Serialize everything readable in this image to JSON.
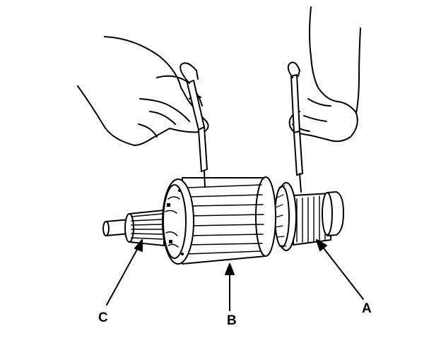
{
  "diagram": {
    "subject": "armature-continuity-test",
    "colors": {
      "line": "#000000",
      "background": "#ffffff"
    },
    "callouts": [
      {
        "id": "A",
        "text": "A"
      },
      {
        "id": "B",
        "text": "B"
      },
      {
        "id": "C",
        "text": "C"
      }
    ]
  }
}
